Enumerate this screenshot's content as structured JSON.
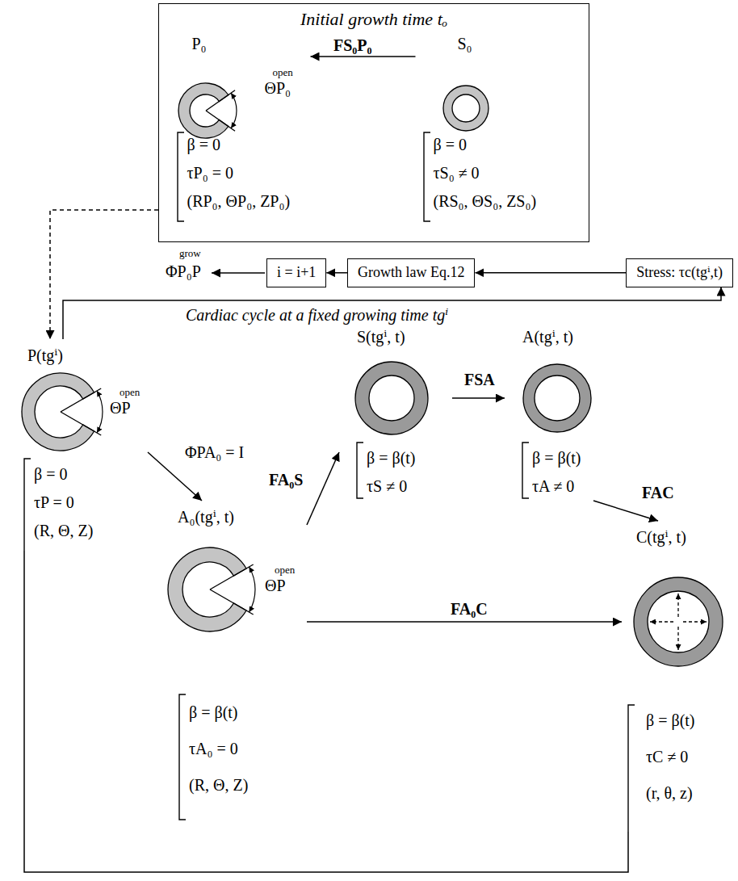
{
  "diagram": {
    "nodes": [
      {
        "text": [
          "Initial growth time tₒ"
        ]
      },
      {
        "text": [
          "P₀",
          "open",
          "ΘP₀",
          "β = 0",
          "τP₀ = 0",
          "(RP₀, ΘP₀, ZP₀)"
        ],
        "in": 0
      },
      {
        "text": [
          "S₀",
          "β = 0",
          "τS₀ ≠ 0",
          "(RS₀, ΘS₀, ZS₀)"
        ],
        "in": 0
      },
      {
        "text": [
          "i = i+1"
        ]
      },
      {
        "text": [
          "Growth law Eq.12"
        ]
      },
      {
        "text": [
          "Stress: τc(tgⁱ,t)"
        ]
      },
      {
        "text": [
          "P(tgⁱ)",
          "open",
          "ΘP",
          "β = 0",
          "τP = 0",
          "(R, Θ, Z)"
        ]
      },
      {
        "text": [
          "S(tgⁱ, t)",
          "β = β(t)",
          "τS ≠ 0"
        ]
      },
      {
        "text": [
          "A(tgⁱ, t)",
          "β = β(t)",
          "τA ≠ 0"
        ]
      },
      {
        "text": [
          "A₀(tgⁱ, t)",
          "open",
          "ΘP",
          "β = β(t)",
          "τA₀ = 0",
          "(R, Θ, Z)"
        ]
      },
      {
        "text": [
          "C(tgⁱ, t)",
          "β = β(t)",
          "τC ≠ 0",
          "(r, θ, z)"
        ]
      }
    ],
    "edges": [
      {
        "from": 2,
        "to": 1,
        "label": "FS₀P₀",
        "arrow": "to"
      },
      {
        "from": 0,
        "to": 6,
        "arrow": "to"
      },
      {
        "from": 5,
        "to": 4,
        "arrow": "to"
      },
      {
        "from": 4,
        "to": 3,
        "arrow": "to"
      },
      {
        "from": 6,
        "to": 5,
        "arrow": "to"
      },
      {
        "from": 6,
        "to": 9,
        "label": "ΦPA₀ = I",
        "arrow": "to"
      },
      {
        "from": 9,
        "to": 7,
        "label": "FA₀S",
        "arrow": "to"
      },
      {
        "from": 7,
        "to": 8,
        "label": "FSA",
        "arrow": "to"
      },
      {
        "from": 8,
        "to": 10,
        "label": "FAC",
        "arrow": "to"
      },
      {
        "from": 9,
        "to": 10,
        "label": "FA₀C",
        "arrow": "to"
      },
      {
        "from": 6,
        "to": 10,
        "arrow": "none"
      }
    ],
    "labels": [
      "grow",
      "ΦP₀P",
      "Cardiac cycle at a fixed growing time tgⁱ"
    ]
  }
}
